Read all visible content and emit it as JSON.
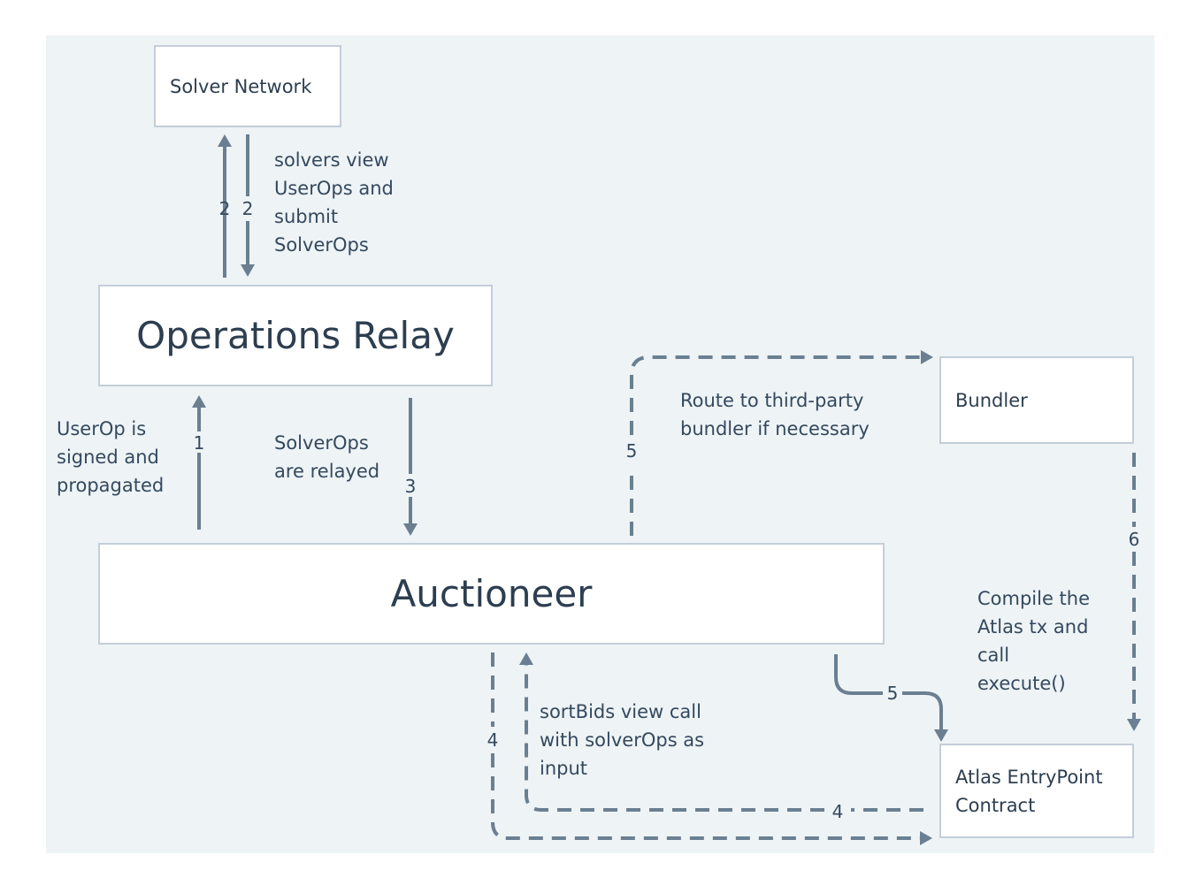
{
  "nodes": {
    "solver_network": "Solver Network",
    "operations_relay": "Operations Relay",
    "auctioneer": "Auctioneer",
    "bundler": "Bundler",
    "atlas_entrypoint": [
      "Atlas EntryPoint",
      "Contract"
    ]
  },
  "labels": {
    "solvers_view": [
      "solvers view",
      "UserOps and",
      "submit",
      "SolverOps"
    ],
    "userop_signed": [
      "UserOp is",
      "signed and",
      "propagated"
    ],
    "solverops_relayed": [
      "SolverOps",
      "are relayed"
    ],
    "route_bundler": [
      "Route to third-party",
      "bundler if necessary"
    ],
    "compile_tx": [
      "Compile the",
      "Atlas tx and",
      "call",
      "execute()"
    ],
    "sortbids": [
      "sortBids view call",
      "with solverOps as",
      "input"
    ]
  },
  "step_numbers": {
    "s1": "1",
    "s2_up": "2",
    "s2_down": "2",
    "s3": "3",
    "s4_left": "4",
    "s4_bottom": "4",
    "s5_left": "5",
    "s5_right": "5",
    "s6": "6"
  },
  "colors": {
    "background": "#eef3f6",
    "box_fill": "#ffffff",
    "box_border": "#c3ced8",
    "arrow": "#6a7f91",
    "text": "#2c3e50"
  }
}
